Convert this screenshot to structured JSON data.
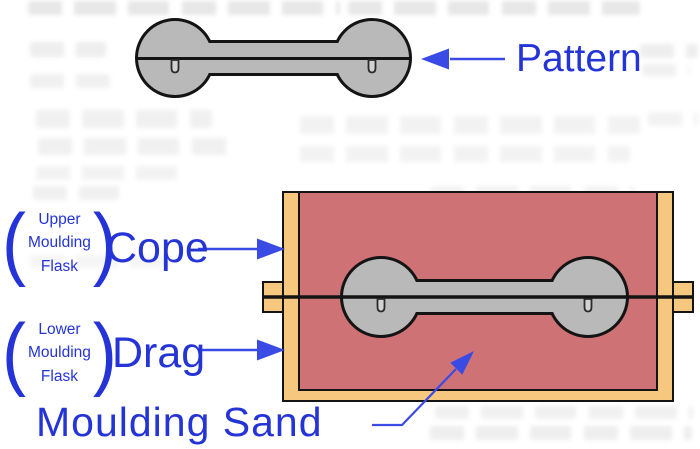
{
  "colors": {
    "label_blue": "#2434d6",
    "arrow_blue": "#3a4ae4",
    "sand_pink": "#cf7276",
    "flask_tan": "#f6c77e",
    "pattern_gray": "#b9b9b9",
    "pin_gray": "#d2d2d2",
    "outline": "#141414"
  },
  "labels": {
    "pattern": "Pattern",
    "cope": "Cope",
    "drag": "Drag",
    "moulding_sand": "Moulding Sand",
    "open_paren": "(",
    "close_paren": ")",
    "upper_flask": [
      "Upper",
      "Moulding",
      "Flask"
    ],
    "lower_flask": [
      "Lower",
      "Moulding",
      "Flask"
    ]
  }
}
